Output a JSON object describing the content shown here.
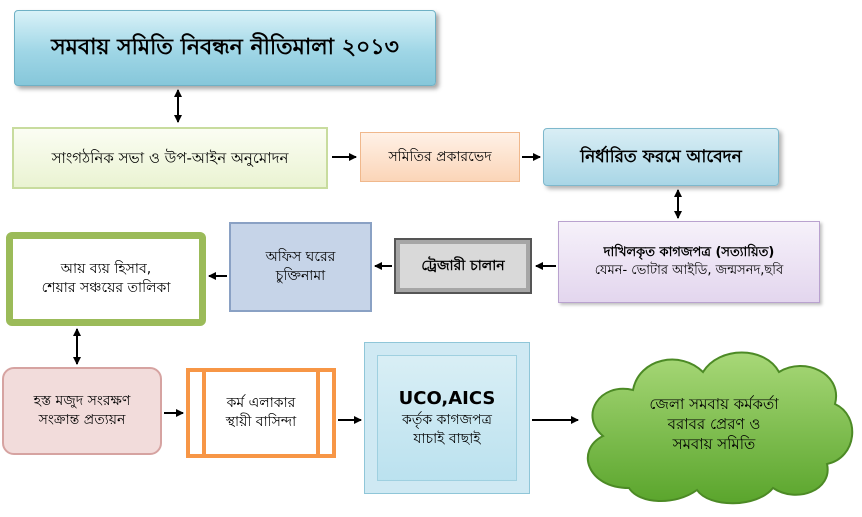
{
  "colors": {
    "title_fill": "#9fd6e6",
    "meeting_fill": "#eaf3d2",
    "types_fill": "#fbd5b8",
    "form_fill": "#a9d6e6",
    "docs_fill": "#e3d6ee",
    "challan_fill": "#d9d9d9",
    "office_fill": "#b7c8e0",
    "accounts_border": "#9bbb59",
    "cert_fill": "#f2dcdb",
    "resident_border": "#f79646",
    "verify_fill": "#b8e0ee",
    "officer_fill": "#7fc241"
  },
  "nodes": {
    "title": "সমবায় সমিতি নিবন্ধন নীতিমালা ২০১৩",
    "meeting": "সাংগঠনিক সভা ও উপ-আইন অনুমোদন",
    "types": "সমিতির প্রকারভেদ",
    "form": "নির্ধারিত ফরমে আবেদন",
    "docs": {
      "line1": "দাখিলকৃত কাগজপত্র  (সত্যায়িত)",
      "line2": "যেমন- ভোটার আইডি, জন্মসনদ,ছবি"
    },
    "challan": "ট্রেজারী চালান",
    "office": {
      "line1": "অফিস ঘরের",
      "line2": "চুক্তিনামা"
    },
    "accounts": {
      "line1": "আয় ব্যয় হিসাব,",
      "line2": "শেয়ার সঞ্চয়ের তালিকা"
    },
    "cert": {
      "line1": "হস্ত মজুদ সংরক্ষণ",
      "line2": "সংক্রান্ত প্রত্যয়ন"
    },
    "resident": {
      "line1": "কর্ম এলাকার",
      "line2": "স্থায়ী বাসিন্দা"
    },
    "verify": {
      "line1": "UCO,AICS",
      "line2": "কর্তৃক কাগজপত্র",
      "line3": "যাচাই বাছাই"
    },
    "officer": {
      "line1": "জেলা সমবায় কর্মকর্তা",
      "line2": "বরাবর প্রেরণ ও",
      "line3": "সমবায় সমিতি"
    }
  }
}
